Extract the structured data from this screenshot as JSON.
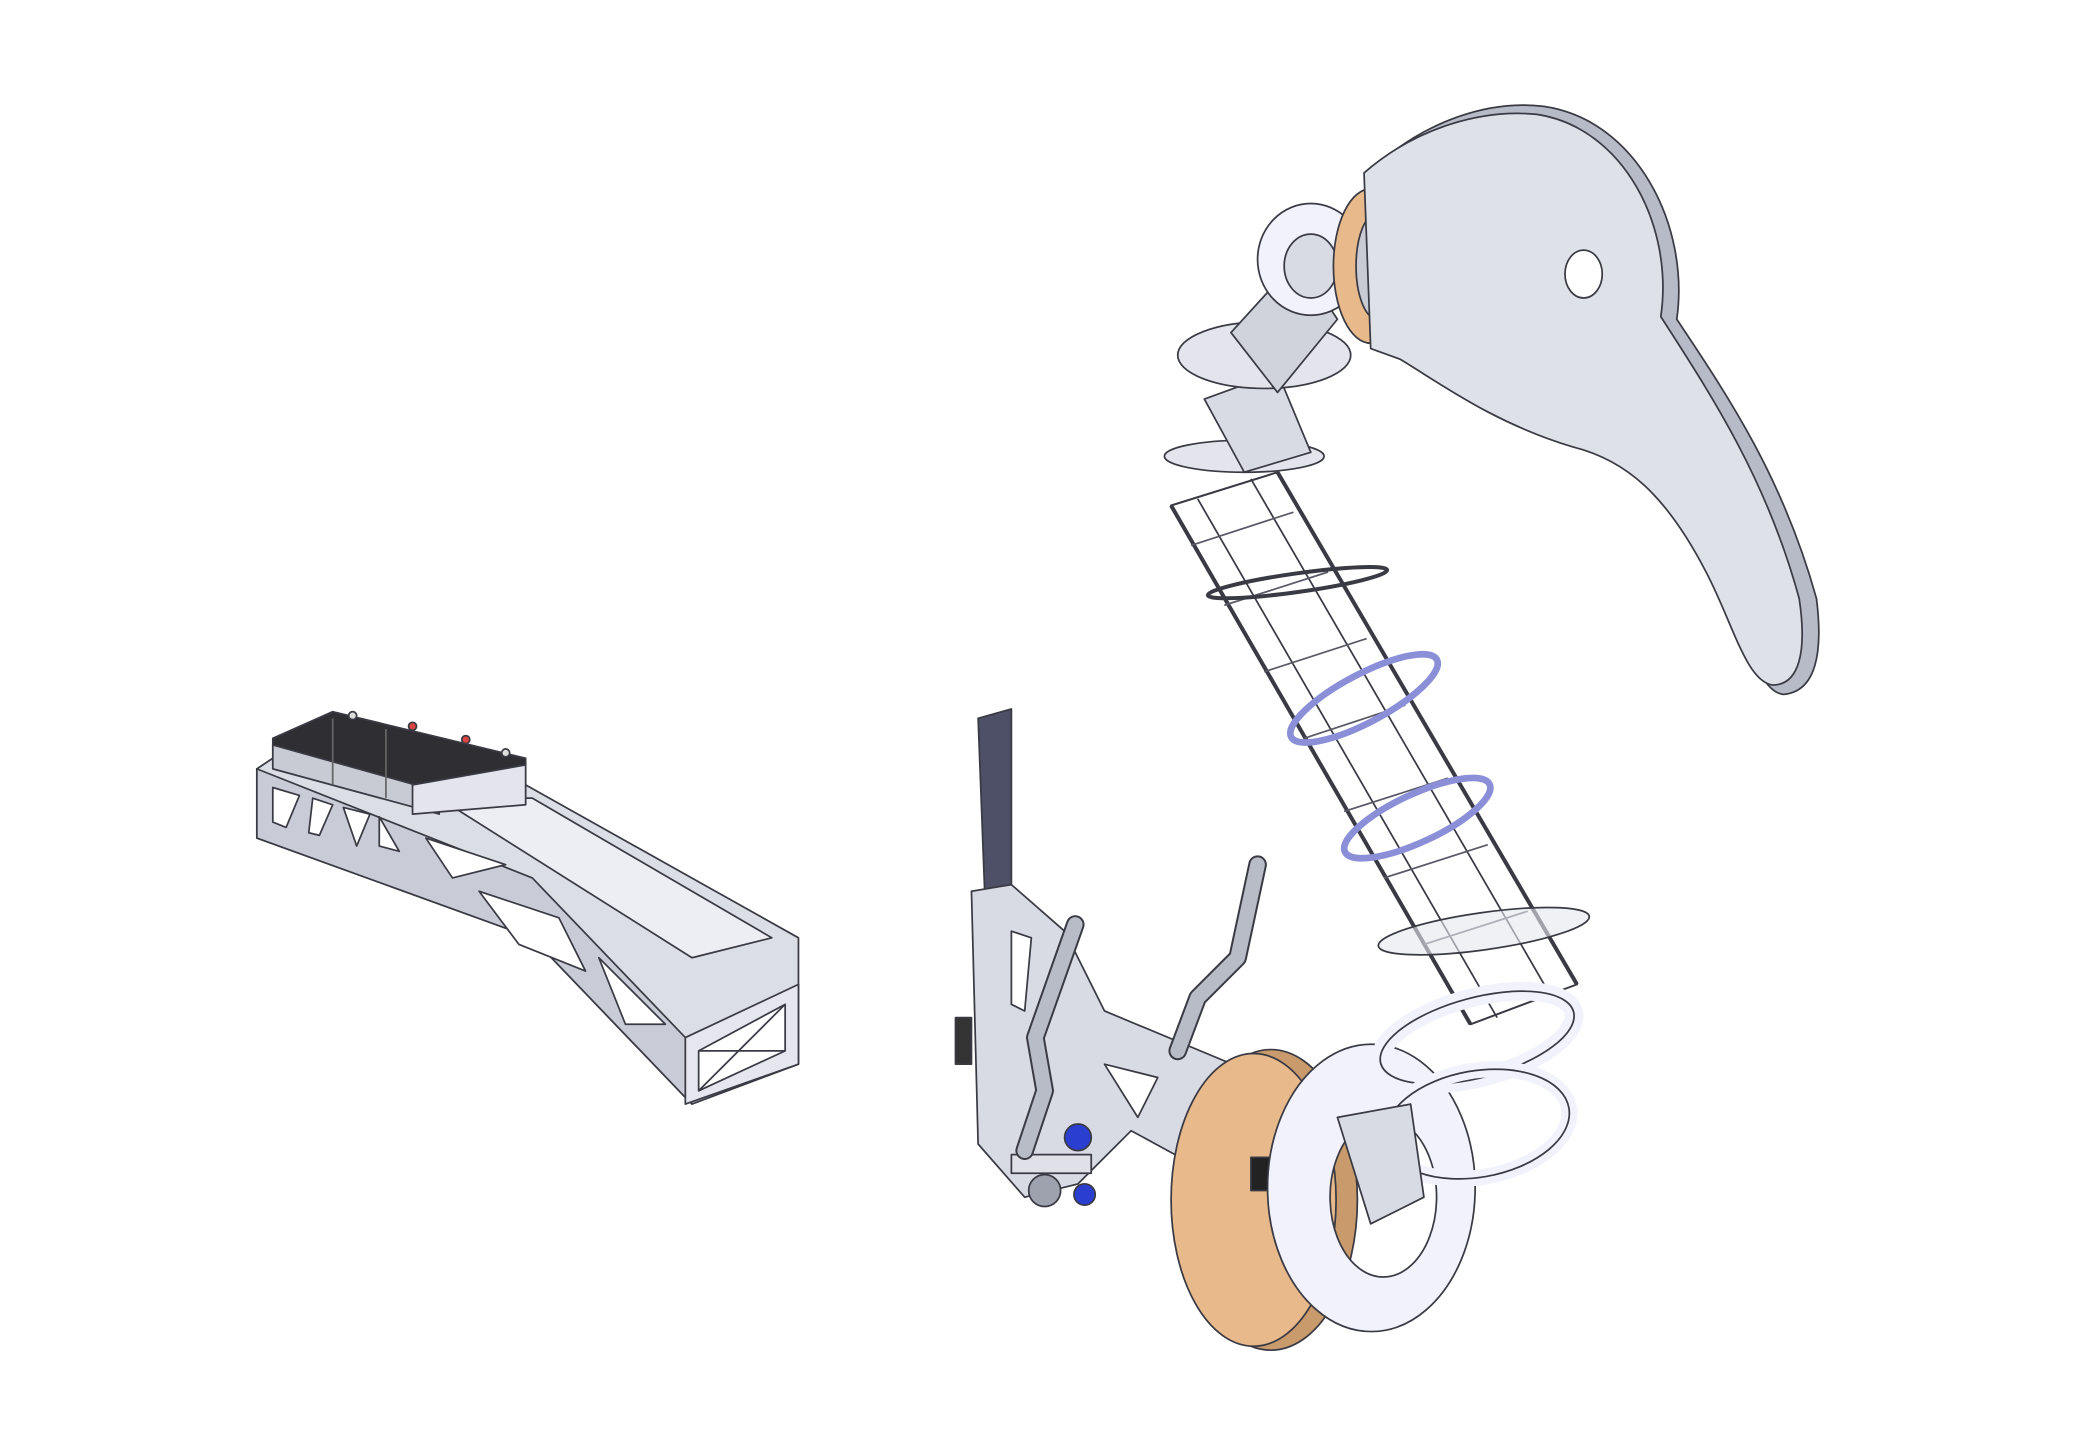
{
  "scene": {
    "description_label": "",
    "parts": [
      {
        "name": "battery-frame",
        "icon": "truss-frame"
      },
      {
        "name": "batteries",
        "icon": "battery-pack"
      },
      {
        "name": "base-mount",
        "icon": "bracket"
      },
      {
        "name": "wood-wheel",
        "icon": "disc"
      },
      {
        "name": "ring-wheel",
        "icon": "ring"
      },
      {
        "name": "arm-column",
        "icon": "lattice-column"
      },
      {
        "name": "head-paddle",
        "icon": "paddle"
      }
    ]
  },
  "colors": {
    "metal": "#d9dbe4",
    "metal_dark": "#a9adb9",
    "outline": "#3a3a44",
    "battery": "#2e2e33",
    "wood": "#e8b98a",
    "ring": "#f1f2fb",
    "accent_blue": "#2a3fd0",
    "plate_dark": "#4d5066"
  }
}
